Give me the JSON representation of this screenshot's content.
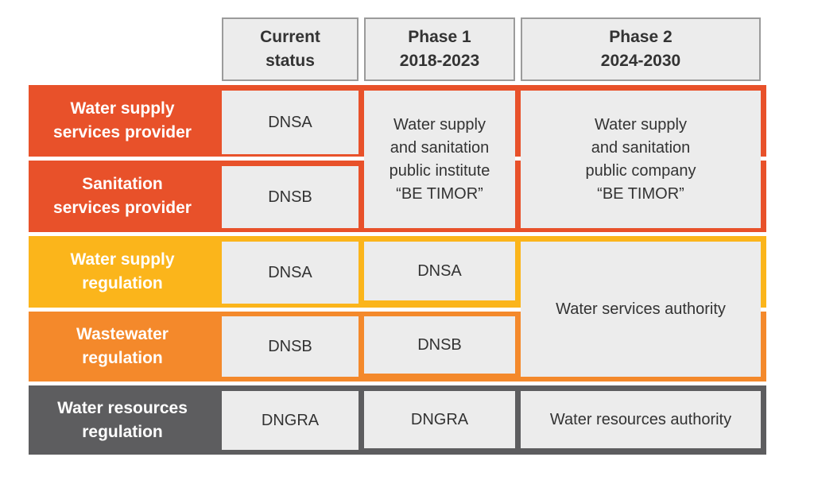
{
  "colors": {
    "provider": "#e8512a",
    "supply_regulation": "#fbb51b",
    "wastewater_regulation": "#f4892b",
    "resources_regulation": "#5d5d5f",
    "cell_fill": "#ececec",
    "text": "#333333"
  },
  "headers": {
    "current": "Current\nstatus",
    "phase1": "Phase 1\n2018-2023",
    "phase2": "Phase 2\n2024-2030"
  },
  "rows": {
    "water_supply_provider": {
      "label": "Water supply\nservices provider",
      "current": "DNSA"
    },
    "sanitation_provider": {
      "label": "Sanitation\nservices provider",
      "current": "DNSB"
    },
    "providers_merged": {
      "phase1": "Water supply\nand sanitation\npublic institute\n“BE TIMOR”",
      "phase2": "Water supply\nand sanitation\npublic company\n“BE TIMOR”"
    },
    "water_supply_regulation": {
      "label": "Water supply\nregulation",
      "current": "DNSA",
      "phase1": "DNSA"
    },
    "wastewater_regulation": {
      "label": "Wastewater\nregulation",
      "current": "DNSB",
      "phase1": "DNSB"
    },
    "regulation_merged": {
      "phase2": "Water services authority"
    },
    "water_resources_regulation": {
      "label": "Water resources\nregulation",
      "current": "DNGRA",
      "phase1": "DNGRA",
      "phase2": "Water resources authority"
    }
  }
}
